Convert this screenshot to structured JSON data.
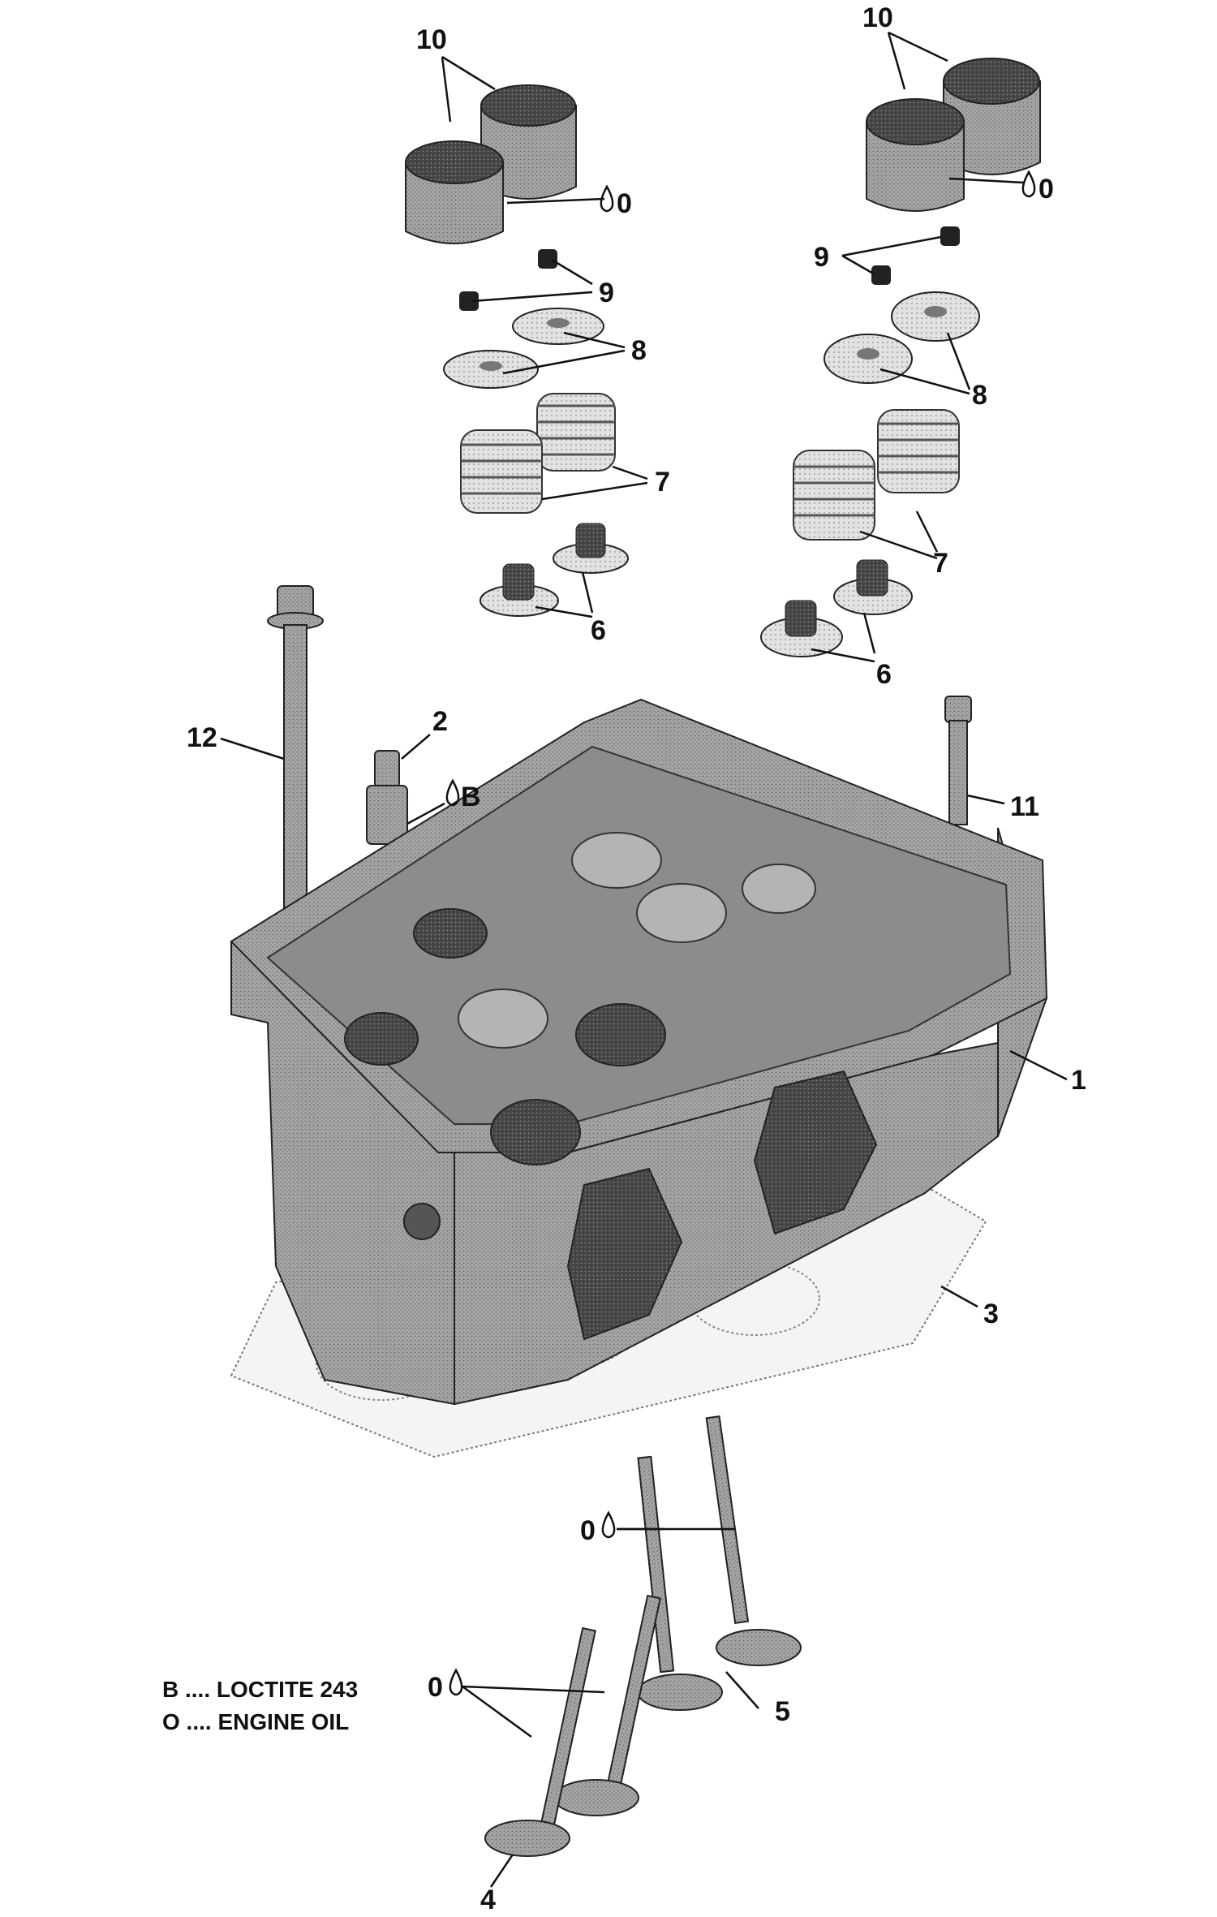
{
  "callouts": {
    "c1": "1",
    "c2": "2",
    "c3": "3",
    "c4": "4",
    "c5": "5",
    "c6a": "6",
    "c6b": "6",
    "c7a": "7",
    "c7b": "7",
    "c8a": "8",
    "c8b": "8",
    "c9a": "9",
    "c9b": "9",
    "c10a": "10",
    "c10b": "10",
    "c11": "11",
    "c12": "12"
  },
  "notes": {
    "oil_tag_1": "0",
    "oil_tag_2": "0",
    "oil_tag_3": "0",
    "oil_tag_4": "0",
    "loctite_tag": "B"
  },
  "legend": {
    "loctite": "B .... LOCTITE 243",
    "oil": "O .... ENGINE OIL"
  },
  "colors": {
    "part": "#9a9a9a",
    "part_dark": "#4a4a4a",
    "ink": "#111111"
  }
}
